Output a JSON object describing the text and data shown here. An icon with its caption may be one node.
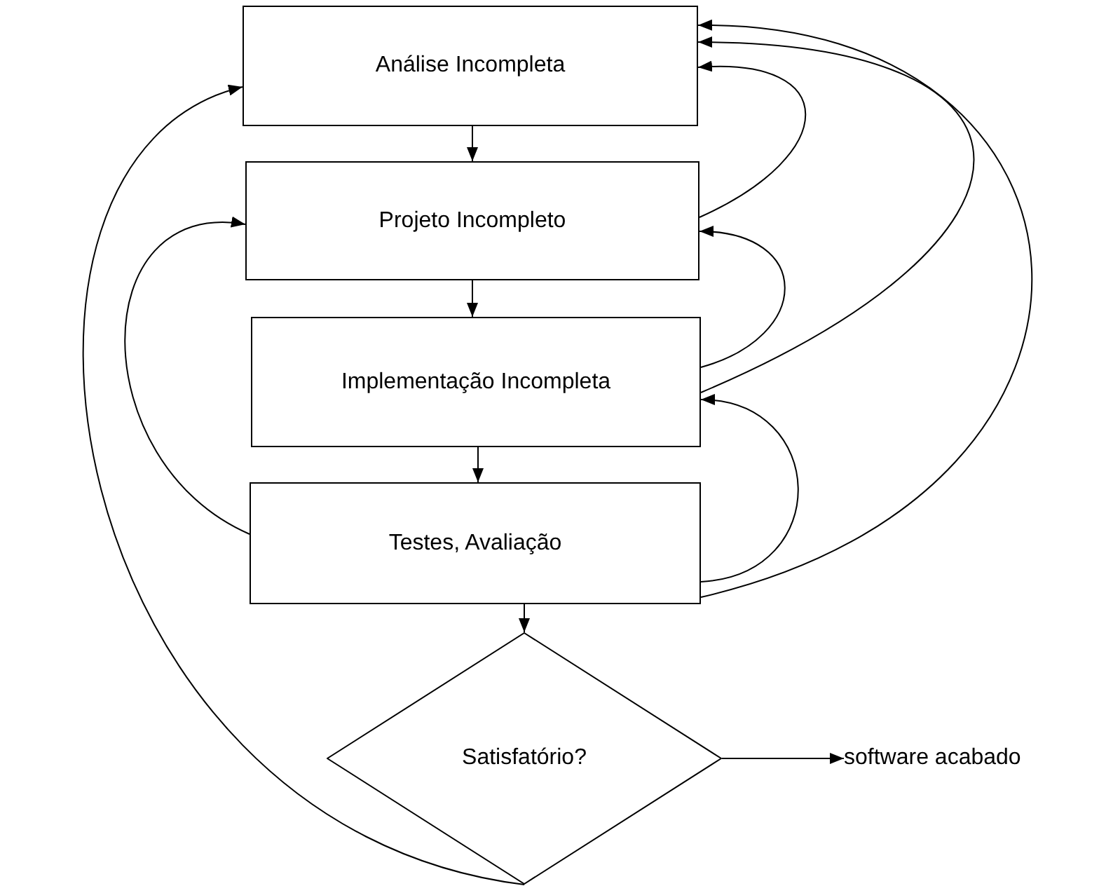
{
  "diagram": {
    "nodes": [
      {
        "text": [
          "Análise Incompleta"
        ]
      },
      {
        "text": [
          "Projeto Incompleto"
        ]
      },
      {
        "text": [
          "Implementação Incompleta"
        ]
      },
      {
        "text": [
          "Testes, Avaliação"
        ]
      },
      {
        "text": [
          "Satisfatório?"
        ]
      },
      {
        "text": [
          "software acabado"
        ]
      }
    ],
    "edges": [
      {
        "from": 0,
        "to": 1,
        "arrow": "to"
      },
      {
        "from": 1,
        "to": 2,
        "arrow": "to"
      },
      {
        "from": 2,
        "to": 3,
        "arrow": "to"
      },
      {
        "from": 3,
        "to": 4,
        "arrow": "to"
      },
      {
        "from": 4,
        "to": 5,
        "arrow": "to"
      },
      {
        "from": 4,
        "to": 0,
        "arrow": "to"
      },
      {
        "from": 3,
        "to": 1,
        "arrow": "to"
      },
      {
        "from": 1,
        "to": 0,
        "arrow": "to"
      },
      {
        "from": 2,
        "to": 1,
        "arrow": "to"
      },
      {
        "from": 3,
        "to": 2,
        "arrow": "to"
      },
      {
        "from": 2,
        "to": 0,
        "arrow": "to"
      },
      {
        "from": 3,
        "to": 0,
        "arrow": "to"
      }
    ]
  }
}
